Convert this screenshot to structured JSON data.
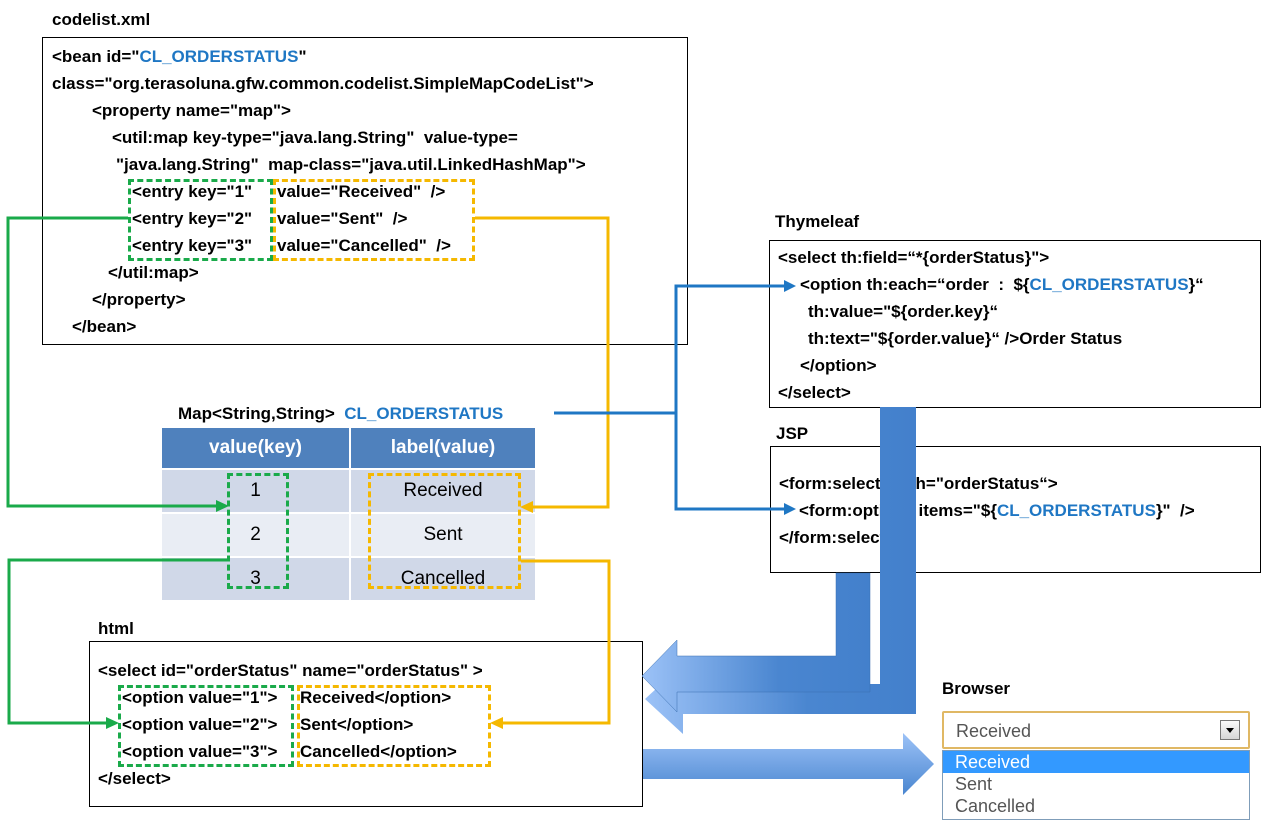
{
  "codelist": {
    "title": "codelist.xml",
    "lines": {
      "l1a": "<bean id=\"",
      "l1b": "CL_ORDERSTATUS",
      "l1c": "\"",
      "l2": "class=\"org.terasoluna.gfw.common.codelist.SimpleMapCodeList\">",
      "l3": "<property name=\"map\">",
      "l4": "<util:map key-type=\"java.lang.String\"  value-type=",
      "l5": "\"java.lang.String\"  map-class=\"java.util.LinkedHashMap\">",
      "entries": [
        {
          "key": "<entry key=\"1\"",
          "value": "value=\"Received\"  />"
        },
        {
          "key": "<entry key=\"2\"",
          "value": "value=\"Sent\"  />"
        },
        {
          "key": "<entry key=\"3\"",
          "value": "value=\"Cancelled\"  />"
        }
      ],
      "l9": "</util:map>",
      "l10": "</property>",
      "l11": "</bean>"
    }
  },
  "thymeleaf": {
    "title": "Thymeleaf",
    "l1": "<select th:field=“*{orderStatus}\">",
    "l2a": "<option th:each=“order  :  ${",
    "l2b": "CL_ORDERSTATUS",
    "l2c": "}“",
    "l3": "th:value=\"${order.key}“",
    "l4": "th:text=\"${order.value}“ />Order Status",
    "l5": "</option>",
    "l6": "</select>"
  },
  "jsp": {
    "title": "JSP",
    "l1": "<form:select  path=\"orderStatus“>",
    "l2a": "<form:options items=\"${",
    "l2b": "CL_ORDERSTATUS",
    "l2c": "}\"  />",
    "l3": "</form:select>"
  },
  "map": {
    "title_type": "Map<String,String>",
    "title_name": "CL_ORDERSTATUS",
    "headers": [
      "value(key)",
      "label(value)"
    ],
    "rows": [
      {
        "key": "1",
        "label": "Received"
      },
      {
        "key": "2",
        "label": "Sent"
      },
      {
        "key": "3",
        "label": "Cancelled"
      }
    ]
  },
  "html": {
    "title": "html",
    "l1": "<select id=\"orderStatus\" name=\"orderStatus\" >",
    "options": [
      {
        "open": "<option value=\"1\">",
        "text": "Received</option>"
      },
      {
        "open": "<option value=\"2\">",
        "text": "Sent</option>"
      },
      {
        "open": "<option value=\"3\">",
        "text": "Cancelled</option>"
      }
    ],
    "l5": "</select>"
  },
  "browser": {
    "title": "Browser",
    "selected": "Received",
    "options": [
      "Received",
      "Sent",
      "Cancelled"
    ]
  },
  "colors": {
    "key_link": "#1aaa4a",
    "value_link": "#f5b800",
    "bean_link": "#1f77c4",
    "flow_arrow": "#4a86d0",
    "table_header": "#4f81bd"
  }
}
